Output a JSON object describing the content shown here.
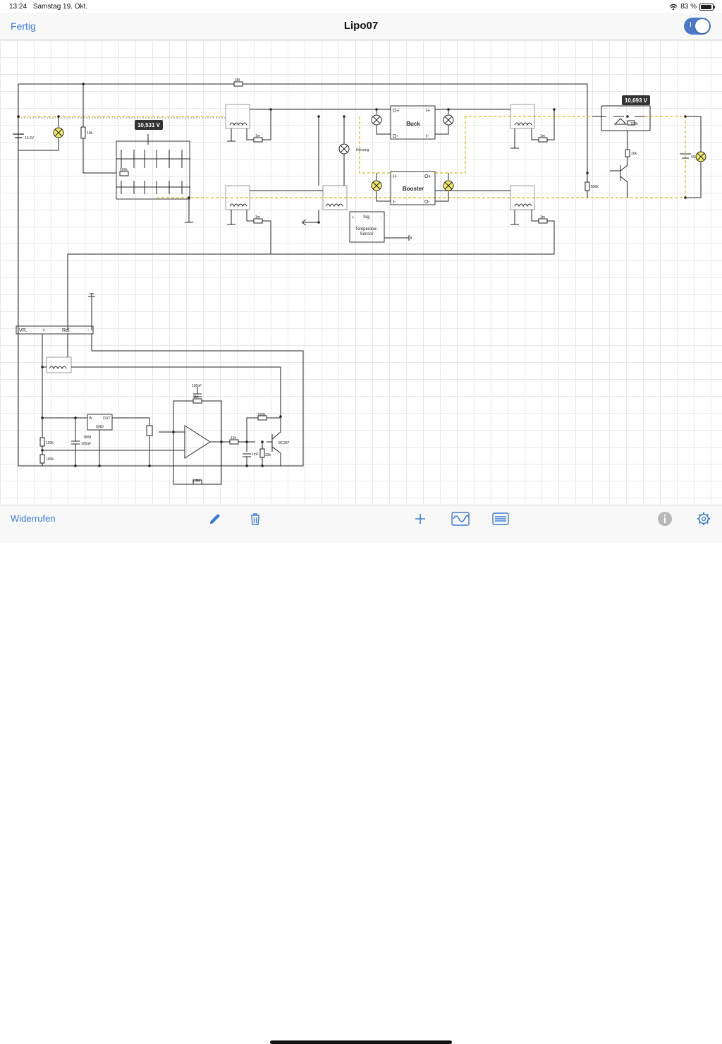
{
  "status": {
    "time": "13:24",
    "date": "Samstag 19. Okt.",
    "battery": "83 %",
    "battery_level": 0.83
  },
  "nav": {
    "done_label": "Fertig",
    "title": "Lipo07",
    "toggle_label": "I"
  },
  "schematic": {
    "readout_left": "10,531 V",
    "readout_right": "10,693 V",
    "buck_label": "Buck",
    "booster_label": "Booster",
    "buck_in_plus": "I+",
    "buck_out_plus": "O+",
    "buck_out_minus": "O-",
    "buck_in_minus": "I-",
    "heating_label": "Heizung",
    "temp_sensor_line1": "Temperatur-",
    "temp_sensor_line2": "Sensor",
    "temp_sensor_plus": "+",
    "temp_sensor_sig": "Sig.",
    "temp_sensor_minus": "-",
    "battery_left": "13.2V",
    "battery_right": "4S",
    "res_4m": "4M",
    "res_10k_a": "10k",
    "res_1m_a": "1m",
    "res_1m_b": "1m",
    "res_1m_c": "1m",
    "res_1m_d": "1m",
    "res_500k_a": "500k",
    "res_100_b": "100k",
    "res_10k_b": "10k",
    "res_500k_b": "500k",
    "res_100k_c": "100k",
    "res_100k_d": "100k",
    "cap_100nf": "100nF",
    "cap_100uf": "100uF",
    "cap_1mf": "1mF",
    "reg_7808": "7808",
    "reg_in": "IN",
    "reg_out": "OUT",
    "reg_gnd": "GND",
    "res_12k": "12k",
    "res_33k": "33k",
    "res_500k_c": "500k",
    "res_1_5m": "1,5M",
    "res_1m_e": "1M",
    "transistor": "BC337",
    "connector_vr": "VR.",
    "connector_plus": "+",
    "connector_rel": "Rel.",
    "connector_minus": "-"
  },
  "toolbar": {
    "undo_label": "Widerrufen"
  },
  "icons": [
    "wifi-icon",
    "battery-icon",
    "pencil-icon",
    "trash-icon",
    "plus-icon",
    "wave-icon",
    "list-icon",
    "info-icon",
    "gear-icon"
  ],
  "colors": {
    "accent": "#3a7bd5",
    "toggle": "#4a78c6",
    "lamp_on": "#f3ea6b",
    "dashed_yellow": "#d4c640"
  }
}
